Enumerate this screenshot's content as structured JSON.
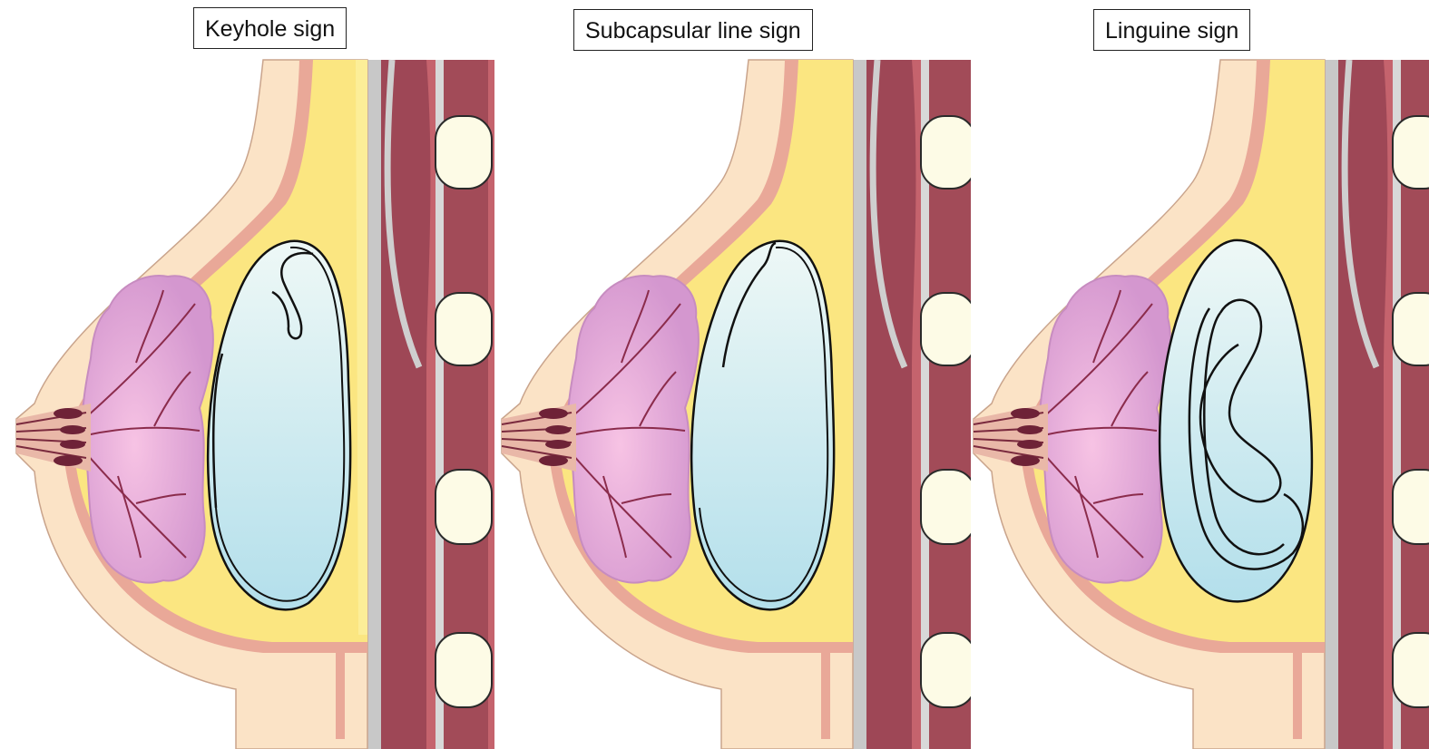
{
  "panels": [
    {
      "id": "keyhole",
      "caption": "Keyhole sign",
      "fold_type": "keyhole"
    },
    {
      "id": "subcapsular",
      "caption": "Subcapsular line sign",
      "fold_type": "subcapsular"
    },
    {
      "id": "linguine",
      "caption": "Linguine sign",
      "fold_type": "linguine"
    }
  ],
  "colors": {
    "skin": "#fbe3c6",
    "skin_line": "#e8a59a",
    "fat": "#fbe681",
    "fat_light": "#fdf3a8",
    "muscle_dark": "#9a4654",
    "muscle": "#c1606a",
    "fascia": "#cfcfcf",
    "rib": "#fdfbe6",
    "gland": "#d79ad0",
    "gland_light": "#f1b6df",
    "duct": "#8b2c4c",
    "implant_top": "#eef8f6",
    "implant_bottom": "#b6e1ec",
    "outline": "#111111"
  }
}
